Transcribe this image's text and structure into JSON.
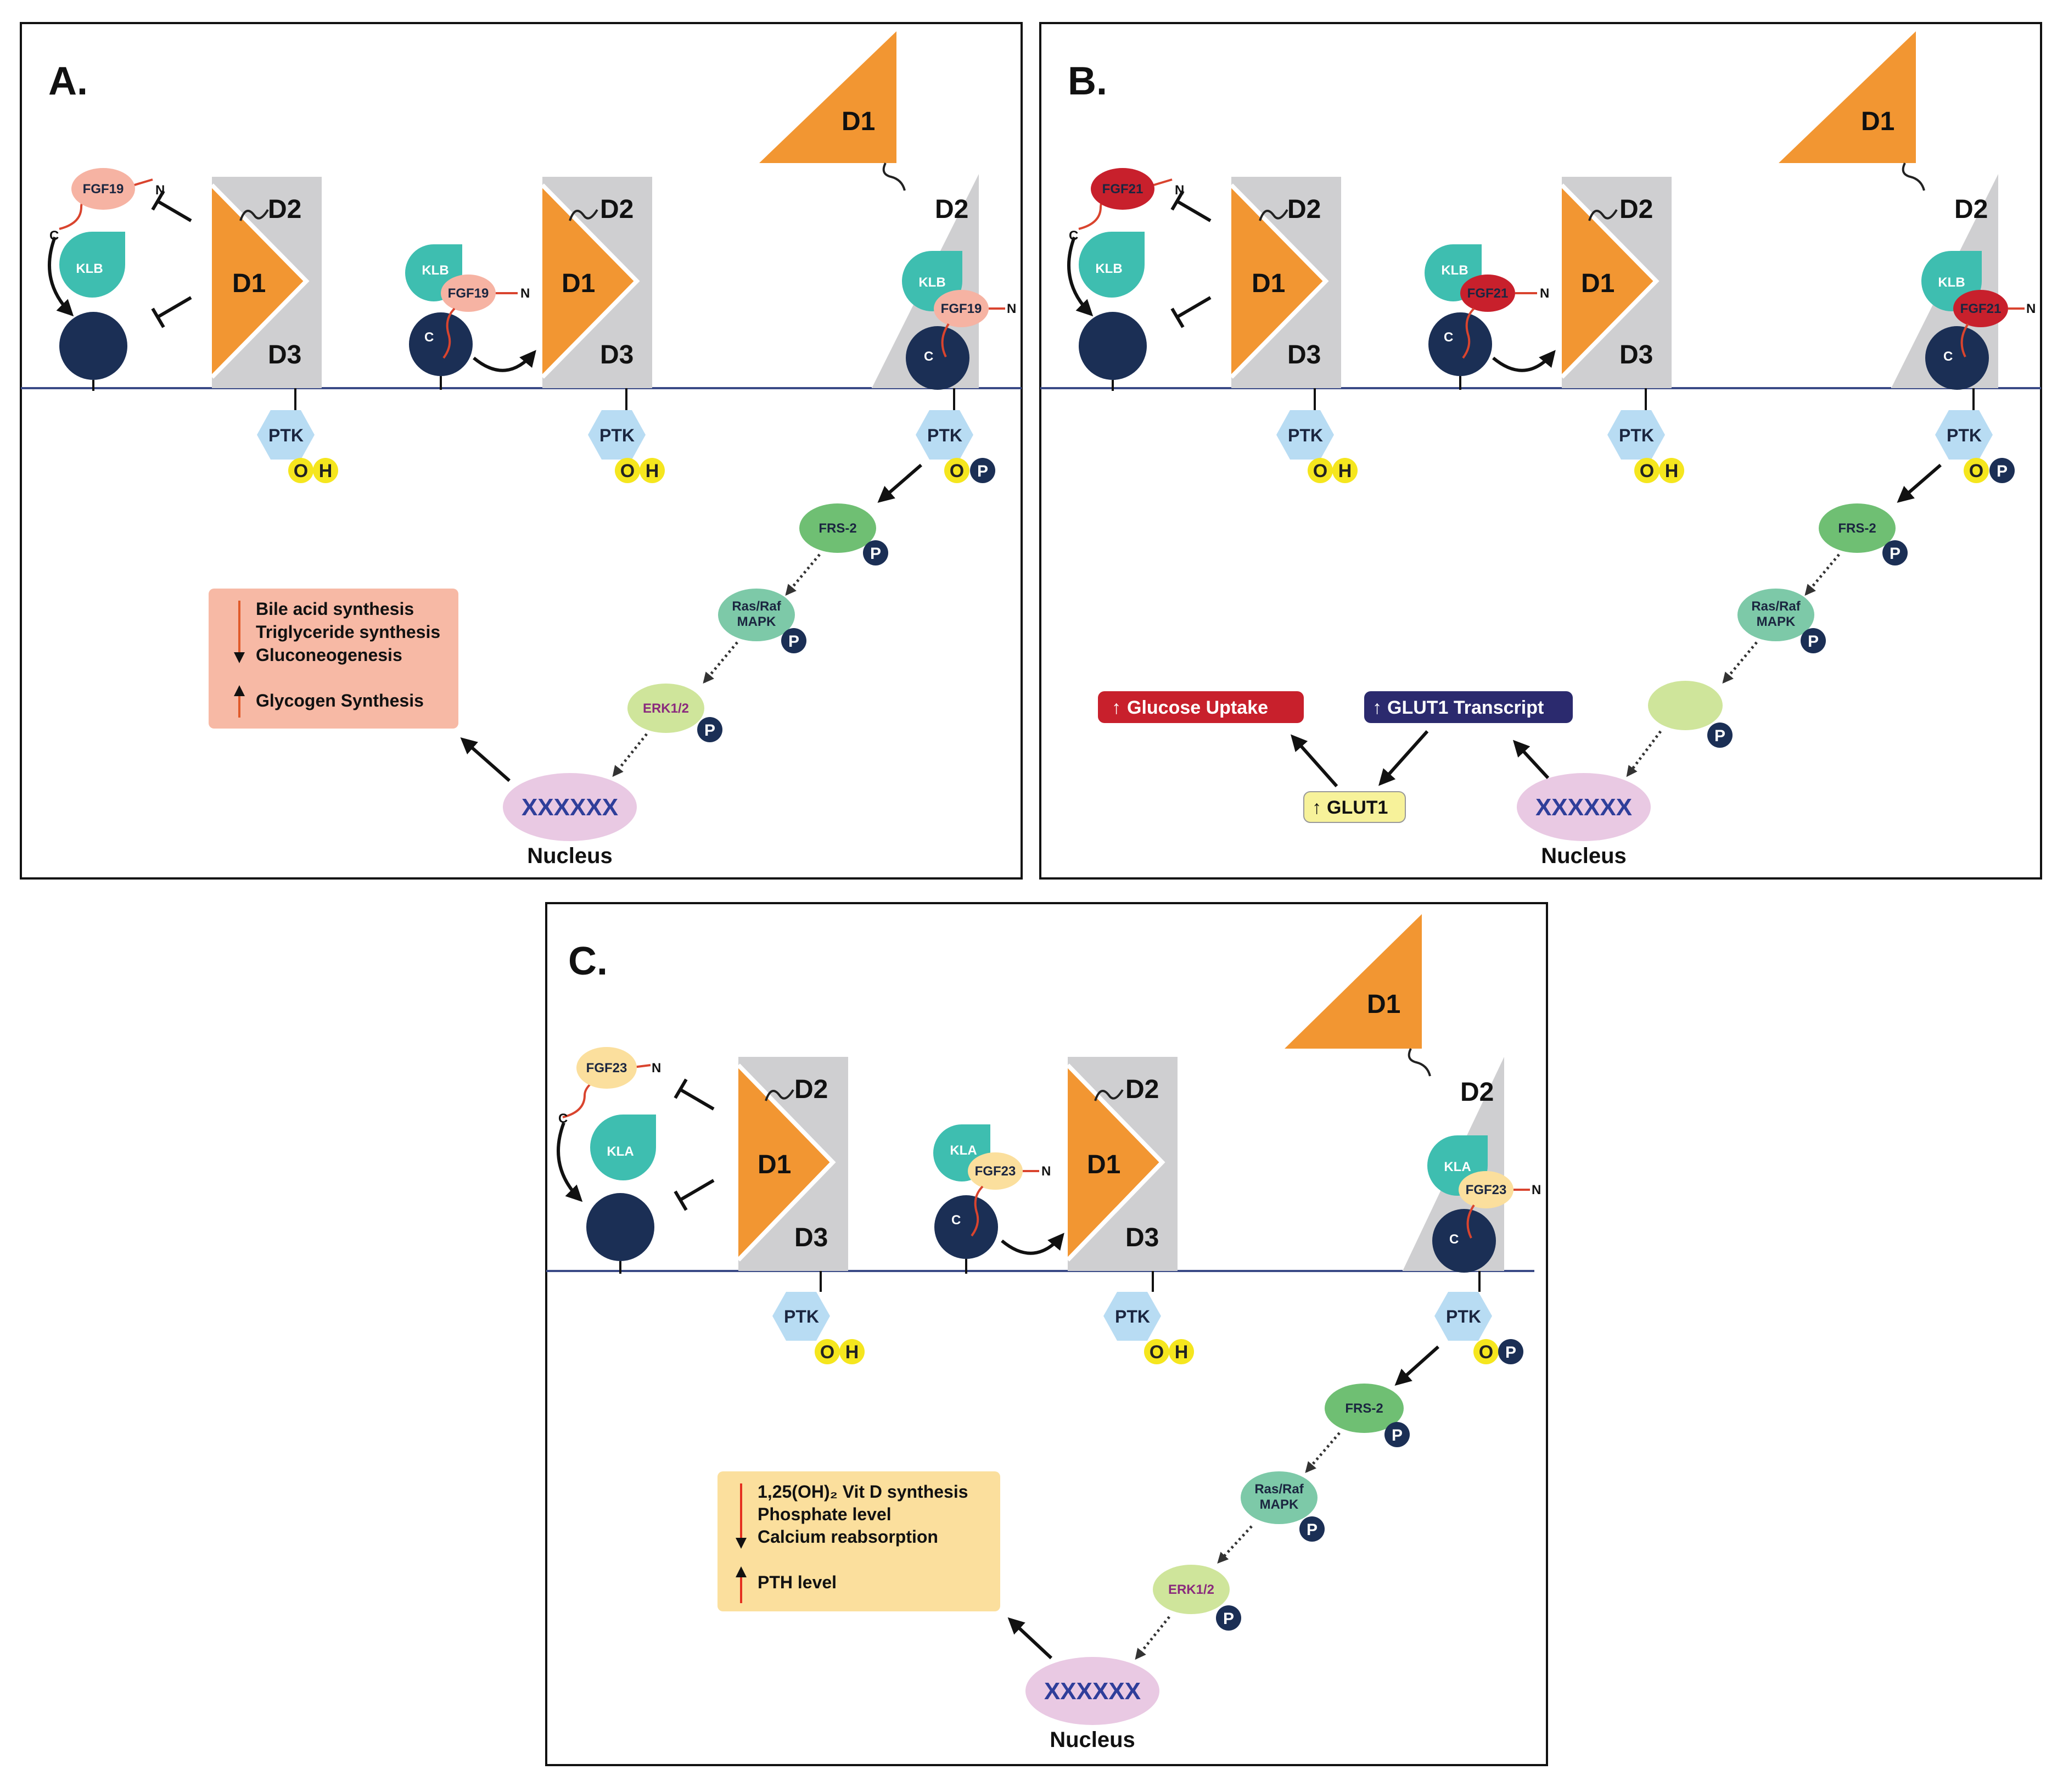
{
  "panels": {
    "A": {
      "letter": "A.",
      "ligand": "FGF19",
      "coreceptor": "KLB",
      "domains": {
        "d1": "D1",
        "d2": "D2",
        "d3": "D3"
      },
      "kinase": "PTK",
      "oh": [
        "O",
        "H"
      ],
      "o": "O",
      "p": "P",
      "n_term": "N",
      "c_term": "C",
      "nodes": {
        "frs2": "FRS-2",
        "ras": [
          "Ras/Raf",
          "MAPK"
        ],
        "erk": "ERK1/2"
      },
      "dna": "XXXXXX",
      "nucleus": "Nucleus",
      "effects": {
        "down": [
          "Bile acid synthesis",
          "Triglyceride synthesis",
          "Gluconeogenesis"
        ],
        "up": [
          "Glycogen Synthesis"
        ]
      },
      "colors": {
        "ligand": "#f6b3a3",
        "effect_box": "#f7b9a5",
        "arrow": "#e05a2a"
      }
    },
    "B": {
      "letter": "B.",
      "ligand": "FGF21",
      "coreceptor": "KLB",
      "domains": {
        "d1": "D1",
        "d2": "D2",
        "d3": "D3"
      },
      "kinase": "PTK",
      "oh": [
        "O",
        "H"
      ],
      "o": "O",
      "p": "P",
      "n_term": "N",
      "c_term": "C",
      "nodes": {
        "frs2": "FRS-2",
        "ras": [
          "Ras/Raf",
          "MAPK"
        ],
        "erk": ""
      },
      "dna": "XXXXXX",
      "nucleus": "Nucleus",
      "outcomes": {
        "glucose_uptake": "Glucose Uptake",
        "glut1_transcript": "GLUT1 Transcript",
        "glut1": "GLUT1"
      },
      "colors": {
        "ligand": "#c8202c",
        "glucose_box": "#c8202c",
        "transcript_box": "#2b2a6e",
        "glut1_box": "#f7f29a"
      }
    },
    "C": {
      "letter": "C.",
      "ligand": "FGF23",
      "coreceptor": "KLA",
      "domains": {
        "d1": "D1",
        "d2": "D2",
        "d3": "D3"
      },
      "kinase": "PTK",
      "oh": [
        "O",
        "H"
      ],
      "o": "O",
      "p": "P",
      "n_term": "N",
      "c_term": "C",
      "nodes": {
        "frs2": "FRS-2",
        "ras": [
          "Ras/Raf",
          "MAPK"
        ],
        "erk": "ERK1/2"
      },
      "dna": "XXXXXX",
      "nucleus": "Nucleus",
      "effects": {
        "down": [
          "1,25(OH)₂ Vit D synthesis",
          "Phosphate level",
          "Calcium reabsorption"
        ],
        "up": [
          "PTH level"
        ]
      },
      "colors": {
        "ligand": "#fbdf9d",
        "effect_box": "#fbdf9d",
        "arrow": "#e53020"
      }
    }
  }
}
